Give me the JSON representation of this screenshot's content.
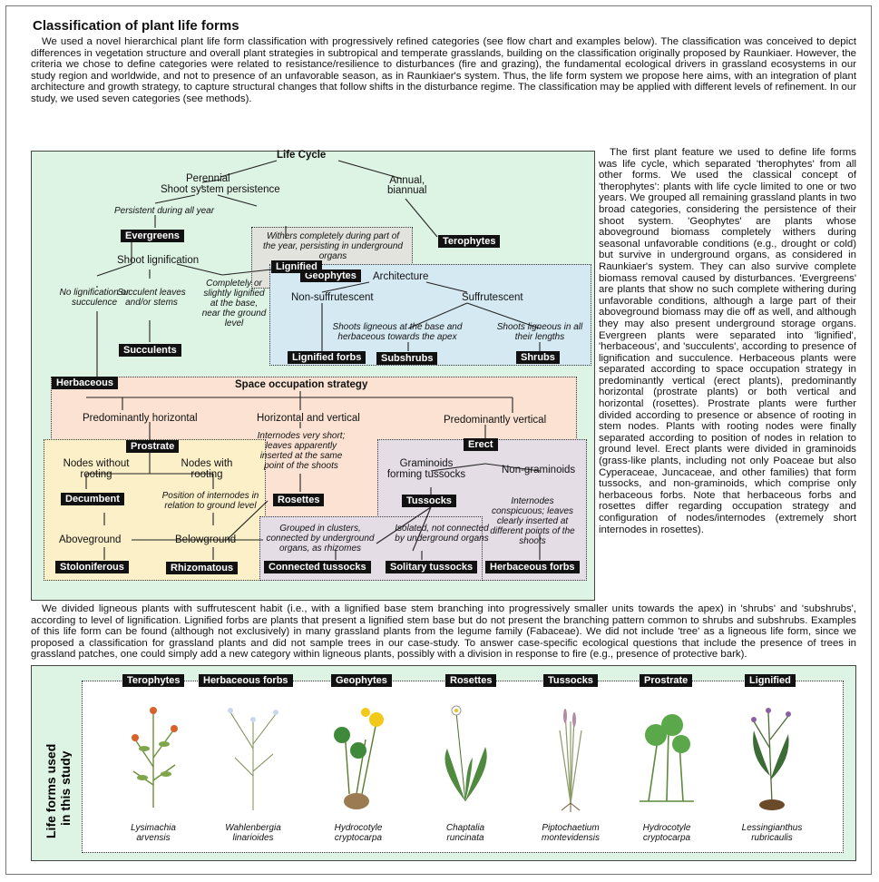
{
  "title": "Classification of plant life forms",
  "intro": "We used a novel hierarchical plant life form classification with progressively refined categories (see flow chart and examples below). The classification was conceived to depict differences in vegetation structure and overall plant strategies in subtropical and temperate grasslands, building on the classification originally proposed by Raunkiaer. However, the criteria we chose to define categories were related to resistance/resilience to disturbances (fire and grazing), the fundamental ecological drivers in grassland ecosystems in our study region and worldwide, and not to presence of an unfavorable season, as in Raunkiaer's system. Thus, the life form system we propose here aims, with an integration of plant architecture and growth strategy, to capture structural changes that follow shifts in the disturbance regime. The classification may be applied with different levels of refinement. In our study, we used seven categories (see methods).",
  "side_text": "The first plant feature we used to define life forms was life cycle, which separated 'therophytes' from all other forms. We used the classical concept of 'therophytes': plants with life cycle limited to one or two years. We grouped all remaining grassland plants in two broad categories, considering the persistence of their shoot system. 'Geophytes' are plants whose aboveground biomass completely withers during seasonal unfavorable conditions (e.g., drought or cold) but survive in underground organs, as considered in Raunkiaer's system. They can also survive complete biomass removal caused by disturbances. 'Evergreens' are plants that show no such complete withering during unfavorable conditions, although a large part of their aboveground biomass may die off as well, and although they may also present underground storage organs. Evergreen plants were separated into 'lignified', 'herbaceous', and 'succulents', according to presence of lignification and succulence. Herbaceous plants were separated according to space occupation strategy in predominantly vertical (erect plants), predominantly horizontal (prostrate plants) or both vertical and horizontal (rosettes). Prostrate plants were further divided according to presence or absence of rooting in stem nodes. Plants with rooting nodes were finally separated according to position of nodes in relation to ground level. Erect plants were divided in graminoids (grass-like plants, including not only Poaceae but also Cyperaceae, Juncaceae, and other families) that form tussocks, and non-graminoids, which comprise only herbaceous forbs. Note that herbaceous forbs and rosettes differ regarding occupation strategy and configuration of nodes/internodes (extremely short internodes in rosettes).",
  "ligneous_text": "We divided ligneous plants with suffrutescent habit (i.e., with a lignified base stem branching into progressively smaller units towards the apex) in 'shrubs' and 'subshrubs', according to level of lignification. Lignified forbs are plants that present a lignified stem base but do not present the branching pattern common to shrubs and subshrubs. Examples of this life form can be found (although not exclusively) in many grassland plants from the legume family (Fabaceae). We did not include 'tree' as a ligneous life form, since we proposed a classification for grassland plants and did not sample trees in our case-study. To answer case-specific ecological questions that include the presence of trees in grassland patches, one could simply add a new category within ligneous plants, possibly with a division in response to fire (e.g., presence of protective bark).",
  "flow": {
    "life_cycle": "Life Cycle",
    "perennial": "Perennial",
    "annual": "Annual,\nbiannual",
    "shoot_persistence": "Shoot system  persistence",
    "persistent": "Persistent during all year",
    "withers": "Withers completely during part of the year, persisting in underground organs",
    "evergreens": "Evergreens",
    "geophytes": "Geophytes",
    "terophytes": "Terophytes",
    "shoot_lignification": "Shoot lignification",
    "lignified": "Lignified",
    "no_lignification": "No lignification or succulence",
    "succulent_leaves": "Succulent leaves and/or stems",
    "completely_lignified": "Completely or slightly lignified at the base, near the ground level",
    "succulents": "Succulents",
    "architecture": "Architecture",
    "non_suffrutescent": "Non-suffrutescent",
    "suffrutescent": "Suffrutescent",
    "shoots_base_apex": "Shoots ligneous at the base and herbaceous towards the apex",
    "shoots_all": "Shoots ligneous in all their lengths",
    "lignified_forbs": "Lignified forbs",
    "subshrubs": "Subshrubs",
    "shrubs": "Shrubs",
    "herbaceous": "Herbaceous",
    "space_occupation": "Space occupation strategy",
    "pred_horizontal": "Predominantly horizontal",
    "horiz_vert": "Horizontal and vertical",
    "pred_vertical": "Predominantly vertical",
    "prostrate": "Prostrate",
    "erect": "Erect",
    "internodes_short": "Internodes very short; leaves apparently inserted at the same point of the shoots",
    "nodes_without": "Nodes without rooting",
    "nodes_with": "Nodes with rooting",
    "graminoids": "Graminoids forming tussocks",
    "non_graminoids": "Non-graminoids",
    "decumbent": "Decumbent",
    "position_internodes": "Position of internodes in relation to ground level",
    "rosettes": "Rosettes",
    "tussocks": "Tussocks",
    "internodes_conspicuous": "Internodes conspicuous; leaves clearly inserted at different points of the shoots",
    "aboveground": "Aboveground",
    "belowground": "Belowground",
    "grouped": "Grouped in clusters, connected by underground organs, as rhizomes",
    "isolated": "Isolated, not connected by underground organs",
    "stoloniferous": "Stoloniferous",
    "rhizomatous": "Rhizomatous",
    "connected_tussocks": "Connected tussocks",
    "solitary_tussocks": "Solitary tussocks",
    "herbaceous_forbs": "Herbaceous forbs"
  },
  "gallery": {
    "side_label": "Life forms used in this study",
    "items": [
      {
        "label": "Terophytes",
        "species": "Lysimachia\narvensis"
      },
      {
        "label": "Herbaceous forbs",
        "species": "Wahlenbergia\nlinarioides"
      },
      {
        "label": "Geophytes",
        "species": "Hydrocotyle\ncryptocarpa"
      },
      {
        "label": "Rosettes",
        "species": "Chaptalia\nruncinata"
      },
      {
        "label": "Tussocks",
        "species": "Piptochaetium\nmontevidensis"
      },
      {
        "label": "Prostrate",
        "species": "Hydrocotyle\ncryptocarpa"
      },
      {
        "label": "Lignified",
        "species": "Lessingianthus\nrubricaulis"
      }
    ]
  },
  "colors": {
    "panel_green": "#ddf3e4",
    "geophyte_gray": "#e2e3dc",
    "lignified_blue": "#d5e9f3",
    "herbaceous_orange": "#fbe2d2",
    "prostrate_yellow": "#fbf0c8",
    "erect_purple": "#e4dde6"
  }
}
